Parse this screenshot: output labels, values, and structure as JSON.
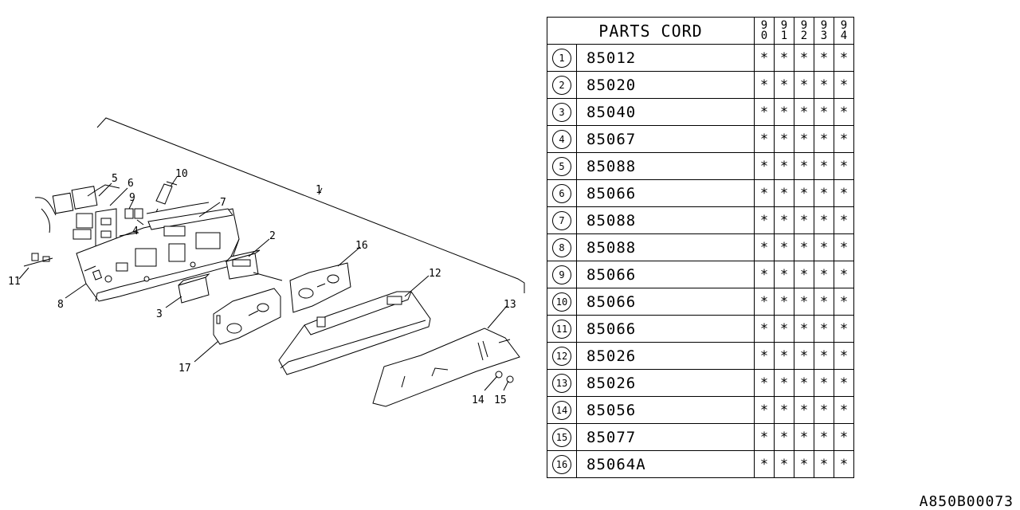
{
  "table": {
    "header": {
      "title": "PARTS CORD",
      "years": [
        "90",
        "91",
        "92",
        "93",
        "94"
      ]
    },
    "rows": [
      {
        "no": "1",
        "part": "85012",
        "marks": [
          "*",
          "*",
          "*",
          "*",
          "*"
        ]
      },
      {
        "no": "2",
        "part": "85020",
        "marks": [
          "*",
          "*",
          "*",
          "*",
          "*"
        ]
      },
      {
        "no": "3",
        "part": "85040",
        "marks": [
          "*",
          "*",
          "*",
          "*",
          "*"
        ]
      },
      {
        "no": "4",
        "part": "85067",
        "marks": [
          "*",
          "*",
          "*",
          "*",
          "*"
        ]
      },
      {
        "no": "5",
        "part": "85088",
        "marks": [
          "*",
          "*",
          "*",
          "*",
          "*"
        ]
      },
      {
        "no": "6",
        "part": "85066",
        "marks": [
          "*",
          "*",
          "*",
          "*",
          "*"
        ]
      },
      {
        "no": "7",
        "part": "85088",
        "marks": [
          "*",
          "*",
          "*",
          "*",
          "*"
        ]
      },
      {
        "no": "8",
        "part": "85088",
        "marks": [
          "*",
          "*",
          "*",
          "*",
          "*"
        ]
      },
      {
        "no": "9",
        "part": "85066",
        "marks": [
          "*",
          "*",
          "*",
          "*",
          "*"
        ]
      },
      {
        "no": "10",
        "part": "85066",
        "marks": [
          "*",
          "*",
          "*",
          "*",
          "*"
        ]
      },
      {
        "no": "11",
        "part": "85066",
        "marks": [
          "*",
          "*",
          "*",
          "*",
          "*"
        ]
      },
      {
        "no": "12",
        "part": "85026",
        "marks": [
          "*",
          "*",
          "*",
          "*",
          "*"
        ]
      },
      {
        "no": "13",
        "part": "85026",
        "marks": [
          "*",
          "*",
          "*",
          "*",
          "*"
        ]
      },
      {
        "no": "14",
        "part": "85056",
        "marks": [
          "*",
          "*",
          "*",
          "*",
          "*"
        ]
      },
      {
        "no": "15",
        "part": "85077",
        "marks": [
          "*",
          "*",
          "*",
          "*",
          "*"
        ]
      },
      {
        "no": "16",
        "part": "85064A",
        "marks": [
          "*",
          "*",
          "*",
          "*",
          "*"
        ]
      }
    ]
  },
  "diagram": {
    "callouts": [
      "1",
      "2",
      "3",
      "4",
      "5",
      "6",
      "7",
      "8",
      "9",
      "10",
      "11",
      "12",
      "13",
      "14",
      "15",
      "16",
      "17"
    ]
  },
  "diagram_code": "A850B00073"
}
